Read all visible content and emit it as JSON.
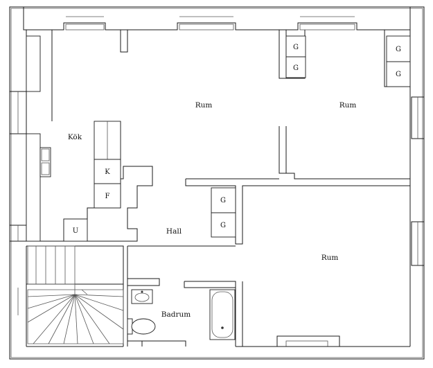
{
  "rooms": {
    "kok": "Kök",
    "rum_center": "Rum",
    "rum_right": "Rum",
    "rum_lower": "Rum",
    "hall": "Hall",
    "badrum": "Badrum"
  },
  "fixtures": {
    "wardrobe_g": "G",
    "fridge_k": "K",
    "freezer_f": "F",
    "oven_u": "U"
  }
}
